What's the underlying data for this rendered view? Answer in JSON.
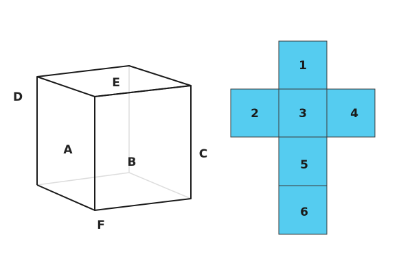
{
  "cube": {
    "labels": {
      "top": "E",
      "left_edge": "D",
      "front": "A",
      "back": "B",
      "right_side": "C",
      "bottom": "F"
    }
  },
  "net": {
    "squares": [
      "1",
      "2",
      "3",
      "4",
      "5",
      "6"
    ]
  },
  "colors": {
    "net_fill": "#55ccf0",
    "net_stroke": "#3a3a3a",
    "cube_edge": "#1a1a1a",
    "hidden_edge": "#dddddd"
  }
}
